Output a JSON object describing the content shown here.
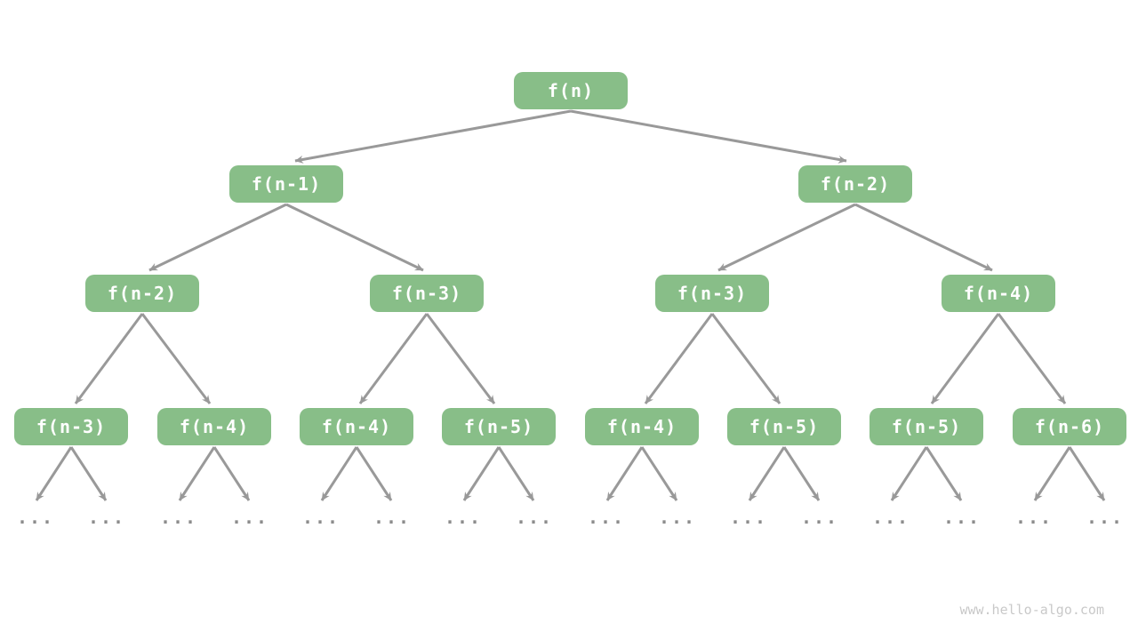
{
  "diagram": {
    "title": "recursion-tree",
    "colors": {
      "node_fill": "#88be88",
      "node_text": "#ffffff",
      "edge": "#999999",
      "ellipsis": "#8c8c8c",
      "watermark": "#c9c9c9",
      "background": "#ffffff"
    },
    "nodes": {
      "root": "f(n)",
      "l2a": "f(n-1)",
      "l2b": "f(n-2)",
      "l3a": "f(n-2)",
      "l3b": "f(n-3)",
      "l3c": "f(n-3)",
      "l3d": "f(n-4)",
      "l4a": "f(n-3)",
      "l4b": "f(n-4)",
      "l4c": "f(n-4)",
      "l4d": "f(n-5)",
      "l4e": "f(n-4)",
      "l4f": "f(n-5)",
      "l4g": "f(n-5)",
      "l4h": "f(n-6)"
    },
    "ellipsis": "...",
    "watermark": "www.hello-algo.com"
  }
}
